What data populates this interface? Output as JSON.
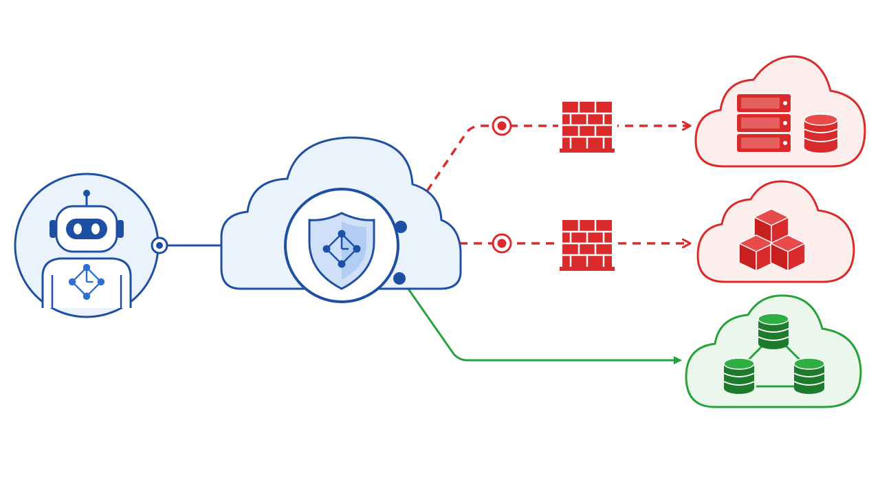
{
  "colors": {
    "blue": "#1f4fa3",
    "blue_bright": "#2f6fd0",
    "blue_fill": "#eaf2fc",
    "red": "#d92b2b",
    "red_fill": "#fdeeee",
    "green": "#27a23a",
    "green_fill": "#ebf7ec",
    "green_dark": "#1e7a2c"
  },
  "nodes": {
    "agent": {
      "icon": "robot-icon"
    },
    "gateway": {
      "icon": "shield-network-icon"
    },
    "server_cloud": {
      "icon": "server-database-icon",
      "status": "blocked"
    },
    "compute_cloud": {
      "icon": "cubes-icon",
      "status": "blocked"
    },
    "data_cloud": {
      "icon": "database-cluster-icon",
      "status": "allowed"
    }
  },
  "connections": [
    {
      "from": "agent",
      "to": "gateway",
      "style": "solid",
      "color": "blue"
    },
    {
      "from": "gateway",
      "to": "server_cloud",
      "style": "dashed",
      "color": "red",
      "barrier": "firewall-icon"
    },
    {
      "from": "gateway",
      "to": "compute_cloud",
      "style": "dashed",
      "color": "red",
      "barrier": "firewall-icon"
    },
    {
      "from": "gateway",
      "to": "data_cloud",
      "style": "solid",
      "color": "green"
    }
  ]
}
